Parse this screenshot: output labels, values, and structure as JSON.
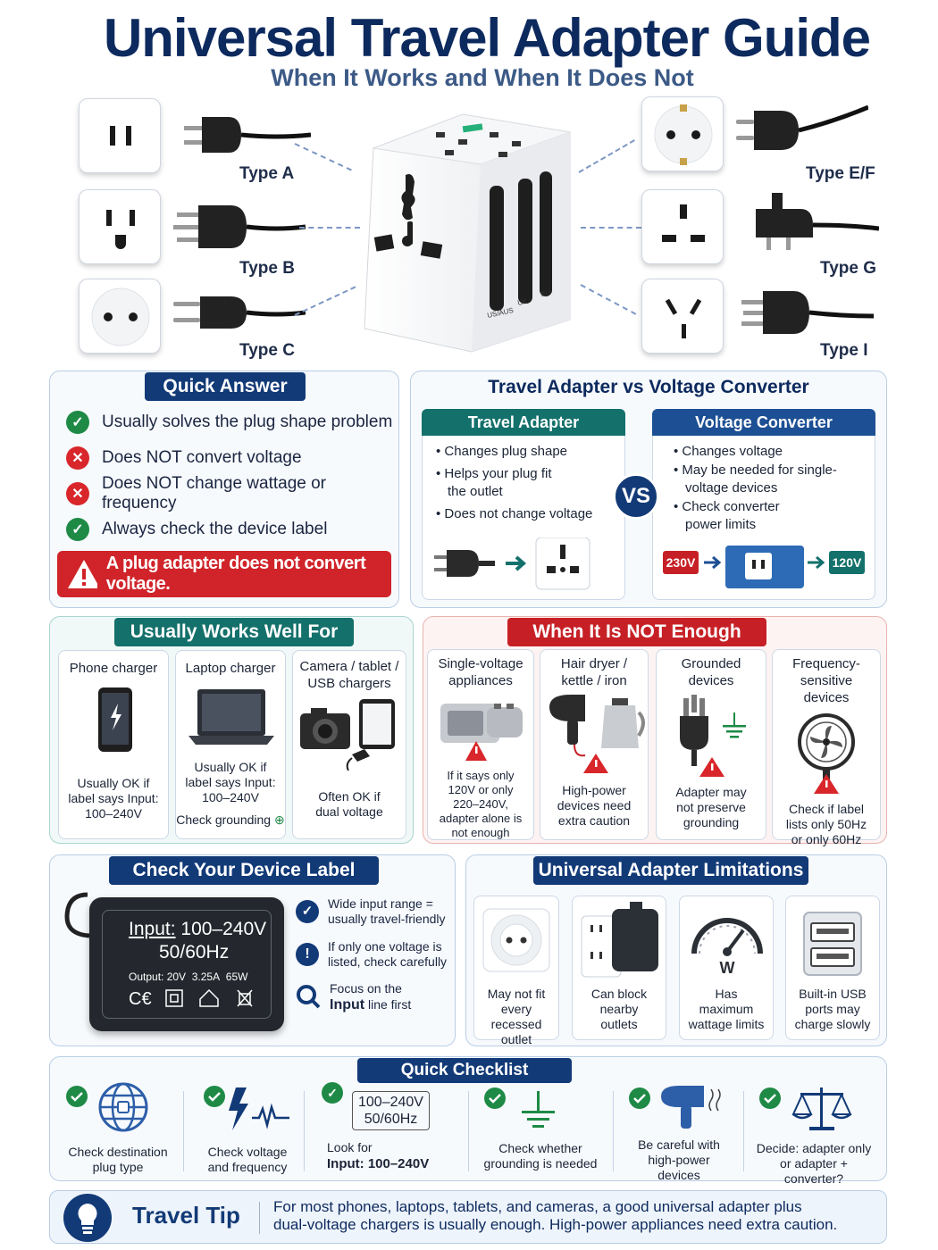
{
  "header": {
    "title": "Universal Travel Adapter Guide",
    "subtitle": "When It Works and When It Does Not"
  },
  "plugs": {
    "a": "Type A",
    "b": "Type B",
    "c": "Type C",
    "ef": "Type E/F",
    "g": "Type G",
    "i": "Type I"
  },
  "adapter": {
    "slider1": "US/AUS",
    "slider2": "UK",
    "slider3": "EU"
  },
  "quick_answer": {
    "title": "Quick Answer",
    "items": [
      {
        "status": "ok",
        "text": "Usually solves the plug shape problem"
      },
      {
        "status": "no",
        "text": "Does NOT convert voltage"
      },
      {
        "status": "no",
        "text": "Does NOT change wattage or frequency"
      },
      {
        "status": "ok",
        "text": "Always check the device label"
      }
    ],
    "warning": "A plug adapter does not convert voltage."
  },
  "compare": {
    "title": "Travel Adapter vs Voltage Converter",
    "adapter_title": "Travel Adapter",
    "adapter_points": [
      "Changes plug shape",
      "Helps your plug fit the outlet",
      "Does not change voltage"
    ],
    "vs": "VS",
    "converter_title": "Voltage Converter",
    "converter_points": [
      "Changes voltage",
      "May be needed for single-voltage devices",
      "Check converter power limits"
    ],
    "v_in": "230V",
    "v_out": "120V"
  },
  "works": {
    "title": "Usually Works Well For",
    "cards": [
      {
        "title": "Phone charger",
        "note": "Usually OK if label says Input: 100–240V"
      },
      {
        "title": "Laptop charger",
        "note": "Usually OK if label says Input: 100–240V",
        "extra": "Check grounding"
      },
      {
        "title": "Camera / tablet / USB chargers",
        "note": "Often OK if dual voltage"
      }
    ]
  },
  "not_enough": {
    "title": "When It Is NOT Enough",
    "cards": [
      {
        "title": "Single-voltage appliances",
        "note": "If it says only 120V or only 220–240V, adapter alone is not enough"
      },
      {
        "title": "Hair dryer / kettle / iron",
        "note": "High-power devices need extra caution"
      },
      {
        "title": "Grounded devices",
        "note": "Adapter may not preserve grounding"
      },
      {
        "title": "Frequency-sensitive devices",
        "note": "Check if label lists only 50Hz or only 60Hz"
      }
    ]
  },
  "label": {
    "title": "Check Your Device Label",
    "input_prefix": "Input:",
    "input_value": "100–240V",
    "freq": "50/60Hz",
    "output_prefix": "Output:",
    "output_v": "20V",
    "output_a": "3.25A",
    "output_w": "65W",
    "tips": [
      {
        "icon": "check",
        "text": "Wide input range = usually travel-friendly"
      },
      {
        "icon": "exclaim",
        "text": "If only one voltage is listed, check carefully"
      },
      {
        "icon": "search",
        "text_pre": "Focus on the",
        "text_bold": "Input",
        "text_post": "line first"
      }
    ]
  },
  "limits": {
    "title": "Universal Adapter Limitations",
    "cards": [
      {
        "text": "May not fit every recessed outlet"
      },
      {
        "text": "Can block nearby outlets"
      },
      {
        "text": "Has maximum wattage limits",
        "gauge": "W"
      },
      {
        "text": "Built-in USB ports may charge slowly"
      }
    ]
  },
  "checklist": {
    "title": "Quick Checklist",
    "items": [
      {
        "text": "Check destination plug type"
      },
      {
        "text": "Check voltage and frequency"
      },
      {
        "text_pre": "Look for",
        "text_bold": "Input: 100–240V",
        "box1": "100–240V",
        "box2": "50/60Hz"
      },
      {
        "text": "Check whether grounding is needed"
      },
      {
        "text": "Be careful with high-power devices"
      },
      {
        "text": "Decide: adapter only or adapter + converter?"
      }
    ]
  },
  "tip": {
    "title": "Travel Tip",
    "line1": "For most phones, laptops, tablets, and cameras, a good universal adapter plus",
    "line2": "dual-voltage chargers is usually enough. High-power appliances need extra caution."
  },
  "colors": {
    "navy": "#123a77",
    "teal": "#14706b",
    "red": "#c62026",
    "green": "#1e8a46"
  }
}
